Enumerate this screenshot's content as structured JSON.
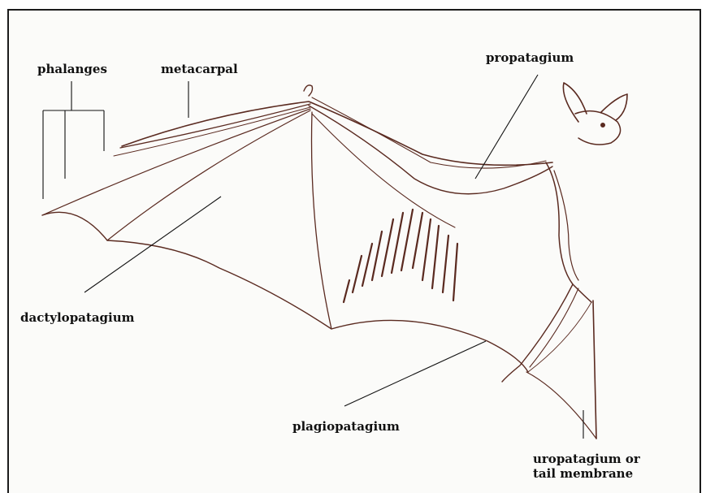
{
  "diagram": {
    "labels": {
      "phalanges": "phalanges",
      "metacarpal": "metacarpal",
      "propatagium": "propatagium",
      "dactylopatagium": "dactylopatagium",
      "plagiopatagium": "plagiopatagium",
      "uropatagium_line1": "uropatagium or",
      "uropatagium_line2": "tail membrane"
    },
    "colors": {
      "ink": "#5a2a20",
      "label": "#111111",
      "frame": "#1b1b1b"
    }
  }
}
